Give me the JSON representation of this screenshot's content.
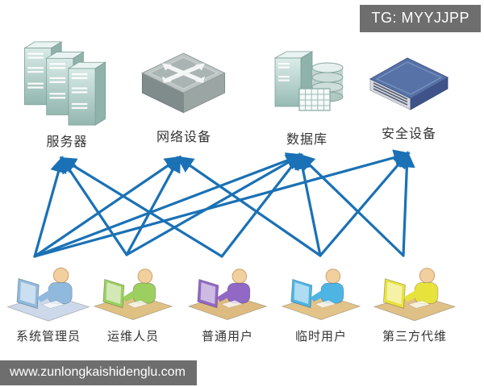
{
  "badge": {
    "text": "TG: MYYJJPP"
  },
  "watermark": {
    "text": "www.zunlongkaishidenglu.com"
  },
  "diagram": {
    "arrow_color": "#1a71b5",
    "devices": [
      {
        "id": "server",
        "label": "服务器",
        "icon": "server-icon"
      },
      {
        "id": "network",
        "label": "网络设备",
        "icon": "switch-icon"
      },
      {
        "id": "database",
        "label": "数据库",
        "icon": "database-icon"
      },
      {
        "id": "security",
        "label": "安全设备",
        "icon": "security-appliance-icon"
      }
    ],
    "users": [
      {
        "id": "sysadmin",
        "label": "系统管理员",
        "color": "#8fb9dd",
        "desk": "#cdd9ea"
      },
      {
        "id": "ops",
        "label": "运维人员",
        "color": "#9ccf5f",
        "desk": "#dec183"
      },
      {
        "id": "regular",
        "label": "普通用户",
        "color": "#9168c4",
        "desk": "#ddbb80"
      },
      {
        "id": "temp",
        "label": "临时用户",
        "color": "#4db4e4",
        "desk": "#e2c389"
      },
      {
        "id": "thirdparty",
        "label": "第三方代维",
        "color": "#e8e23c",
        "desk": "#dfc086"
      }
    ],
    "connections": [
      {
        "from": "sysadmin",
        "to": "server"
      },
      {
        "from": "sysadmin",
        "to": "network"
      },
      {
        "from": "sysadmin",
        "to": "database"
      },
      {
        "from": "sysadmin",
        "to": "security"
      },
      {
        "from": "ops",
        "to": "server"
      },
      {
        "from": "ops",
        "to": "network"
      },
      {
        "from": "ops",
        "to": "database"
      },
      {
        "from": "regular",
        "to": "server"
      },
      {
        "from": "regular",
        "to": "database"
      },
      {
        "from": "temp",
        "to": "network"
      },
      {
        "from": "temp",
        "to": "database"
      },
      {
        "from": "temp",
        "to": "security"
      },
      {
        "from": "thirdparty",
        "to": "database"
      },
      {
        "from": "thirdparty",
        "to": "security"
      }
    ]
  }
}
